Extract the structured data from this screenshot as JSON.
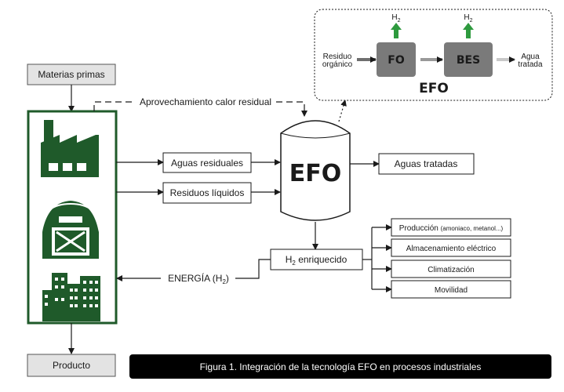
{
  "inputs": {
    "materias_primas": "Materias primas",
    "producto": "Producto"
  },
  "flows": {
    "calor_residual": "Aprovechamiento calor residual",
    "aguas_residuales": "Aguas residuales",
    "residuos_liquidos": "Residuos líquidos",
    "aguas_tratadas": "Aguas tratadas",
    "energia_prefix": "ENERGÍA (H",
    "energia_sub": "2",
    "energia_suffix": ")"
  },
  "reactor": {
    "label": "EFO"
  },
  "h2_box": {
    "prefix": "H",
    "sub": "2",
    "suffix": " enriquecido"
  },
  "uses": {
    "produccion": "Producción",
    "produccion_detail": "(amoniaco, metanol...)",
    "almacenamiento": "Almacenamiento eléctrico",
    "climatizacion": "Climatización",
    "movilidad": "Movilidad"
  },
  "inset": {
    "residuo_line1": "Residuo",
    "residuo_line2": "orgánico",
    "fo": "FO",
    "bes": "BES",
    "agua_line1": "Agua",
    "agua_line2": "tratada",
    "h2_base": "H",
    "h2_sub": "2",
    "efo": "EFO"
  },
  "caption": "Figura 1. Integración de la tecnología EFO en procesos industriales",
  "colors": {
    "green": "#1f5a2a",
    "arrow_green": "#2e9a3e",
    "grey_box": "#e3e3e3",
    "dark_grey": "#6f6f6f"
  },
  "icons": [
    "factory-icon",
    "barn-icon",
    "city-buildings-icon"
  ]
}
